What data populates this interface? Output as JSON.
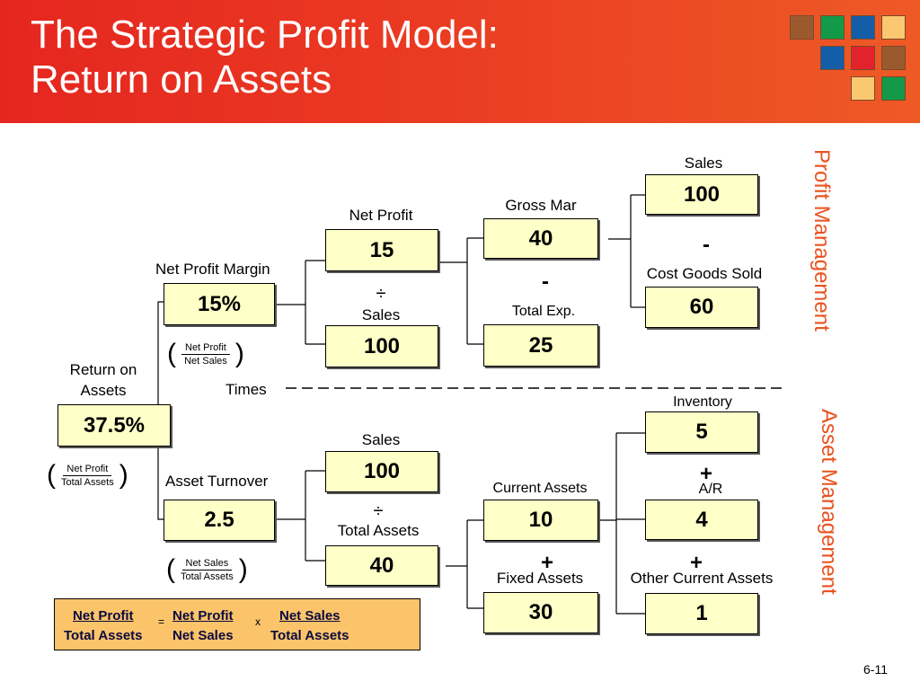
{
  "header": {
    "title_line1": "The Strategic Profit Model:",
    "title_line2": "Return on Assets",
    "squares": [
      "#9b5a2e",
      "#129a48",
      "#145ea8",
      "#f9c871",
      "#145ea8",
      "#e3232b",
      "#9b5a2e",
      "#f9c871",
      "#129a48"
    ]
  },
  "side_titles": {
    "profit": "Profit Management",
    "asset": "Asset Management"
  },
  "roa": {
    "label_line1": "Return on",
    "label_line2": "Assets",
    "value": "37.5%",
    "frac_num": "Net Profit",
    "frac_den": "Total Assets"
  },
  "times_label": "Times",
  "npm": {
    "label": "Net Profit Margin",
    "value": "15%",
    "frac_num": "Net Profit",
    "frac_den": "Net Sales"
  },
  "net_profit": {
    "label": "Net Profit",
    "value": "15"
  },
  "divide_op": "÷",
  "npm_sales": {
    "label": "Sales",
    "value": "100"
  },
  "gross_margin": {
    "label": "Gross Mar",
    "value": "40"
  },
  "minus_op": "-",
  "total_exp": {
    "label": "Total Exp.",
    "value": "25"
  },
  "sales_top": {
    "label": "Sales",
    "value": "100"
  },
  "cogs": {
    "label": "Cost Goods Sold",
    "value": "60"
  },
  "asset_turnover": {
    "label": "Asset Turnover",
    "value": "2.5",
    "frac_num": "Net Sales",
    "frac_den": "Total Assets"
  },
  "at_sales": {
    "label": "Sales",
    "value": "100"
  },
  "total_assets": {
    "label": "Total Assets",
    "value": "40"
  },
  "current_assets": {
    "label": "Current Assets",
    "value": "10"
  },
  "plus_op": "+",
  "fixed_assets": {
    "label": "Fixed Assets",
    "value": "30"
  },
  "inventory": {
    "label": "Inventory",
    "value": "5"
  },
  "ar": {
    "label": "A/R",
    "value": "4"
  },
  "other_ca": {
    "label": "Other Current Assets",
    "value": "1"
  },
  "formula": {
    "t1_num": "Net Profit",
    "t1_den": "Total Assets",
    "eq": "=",
    "t2_num": "Net Profit",
    "t2_den": "Net Sales",
    "x": "x",
    "t3_num": "Net Sales",
    "t3_den": "Total Assets"
  },
  "page_number": "6-11"
}
